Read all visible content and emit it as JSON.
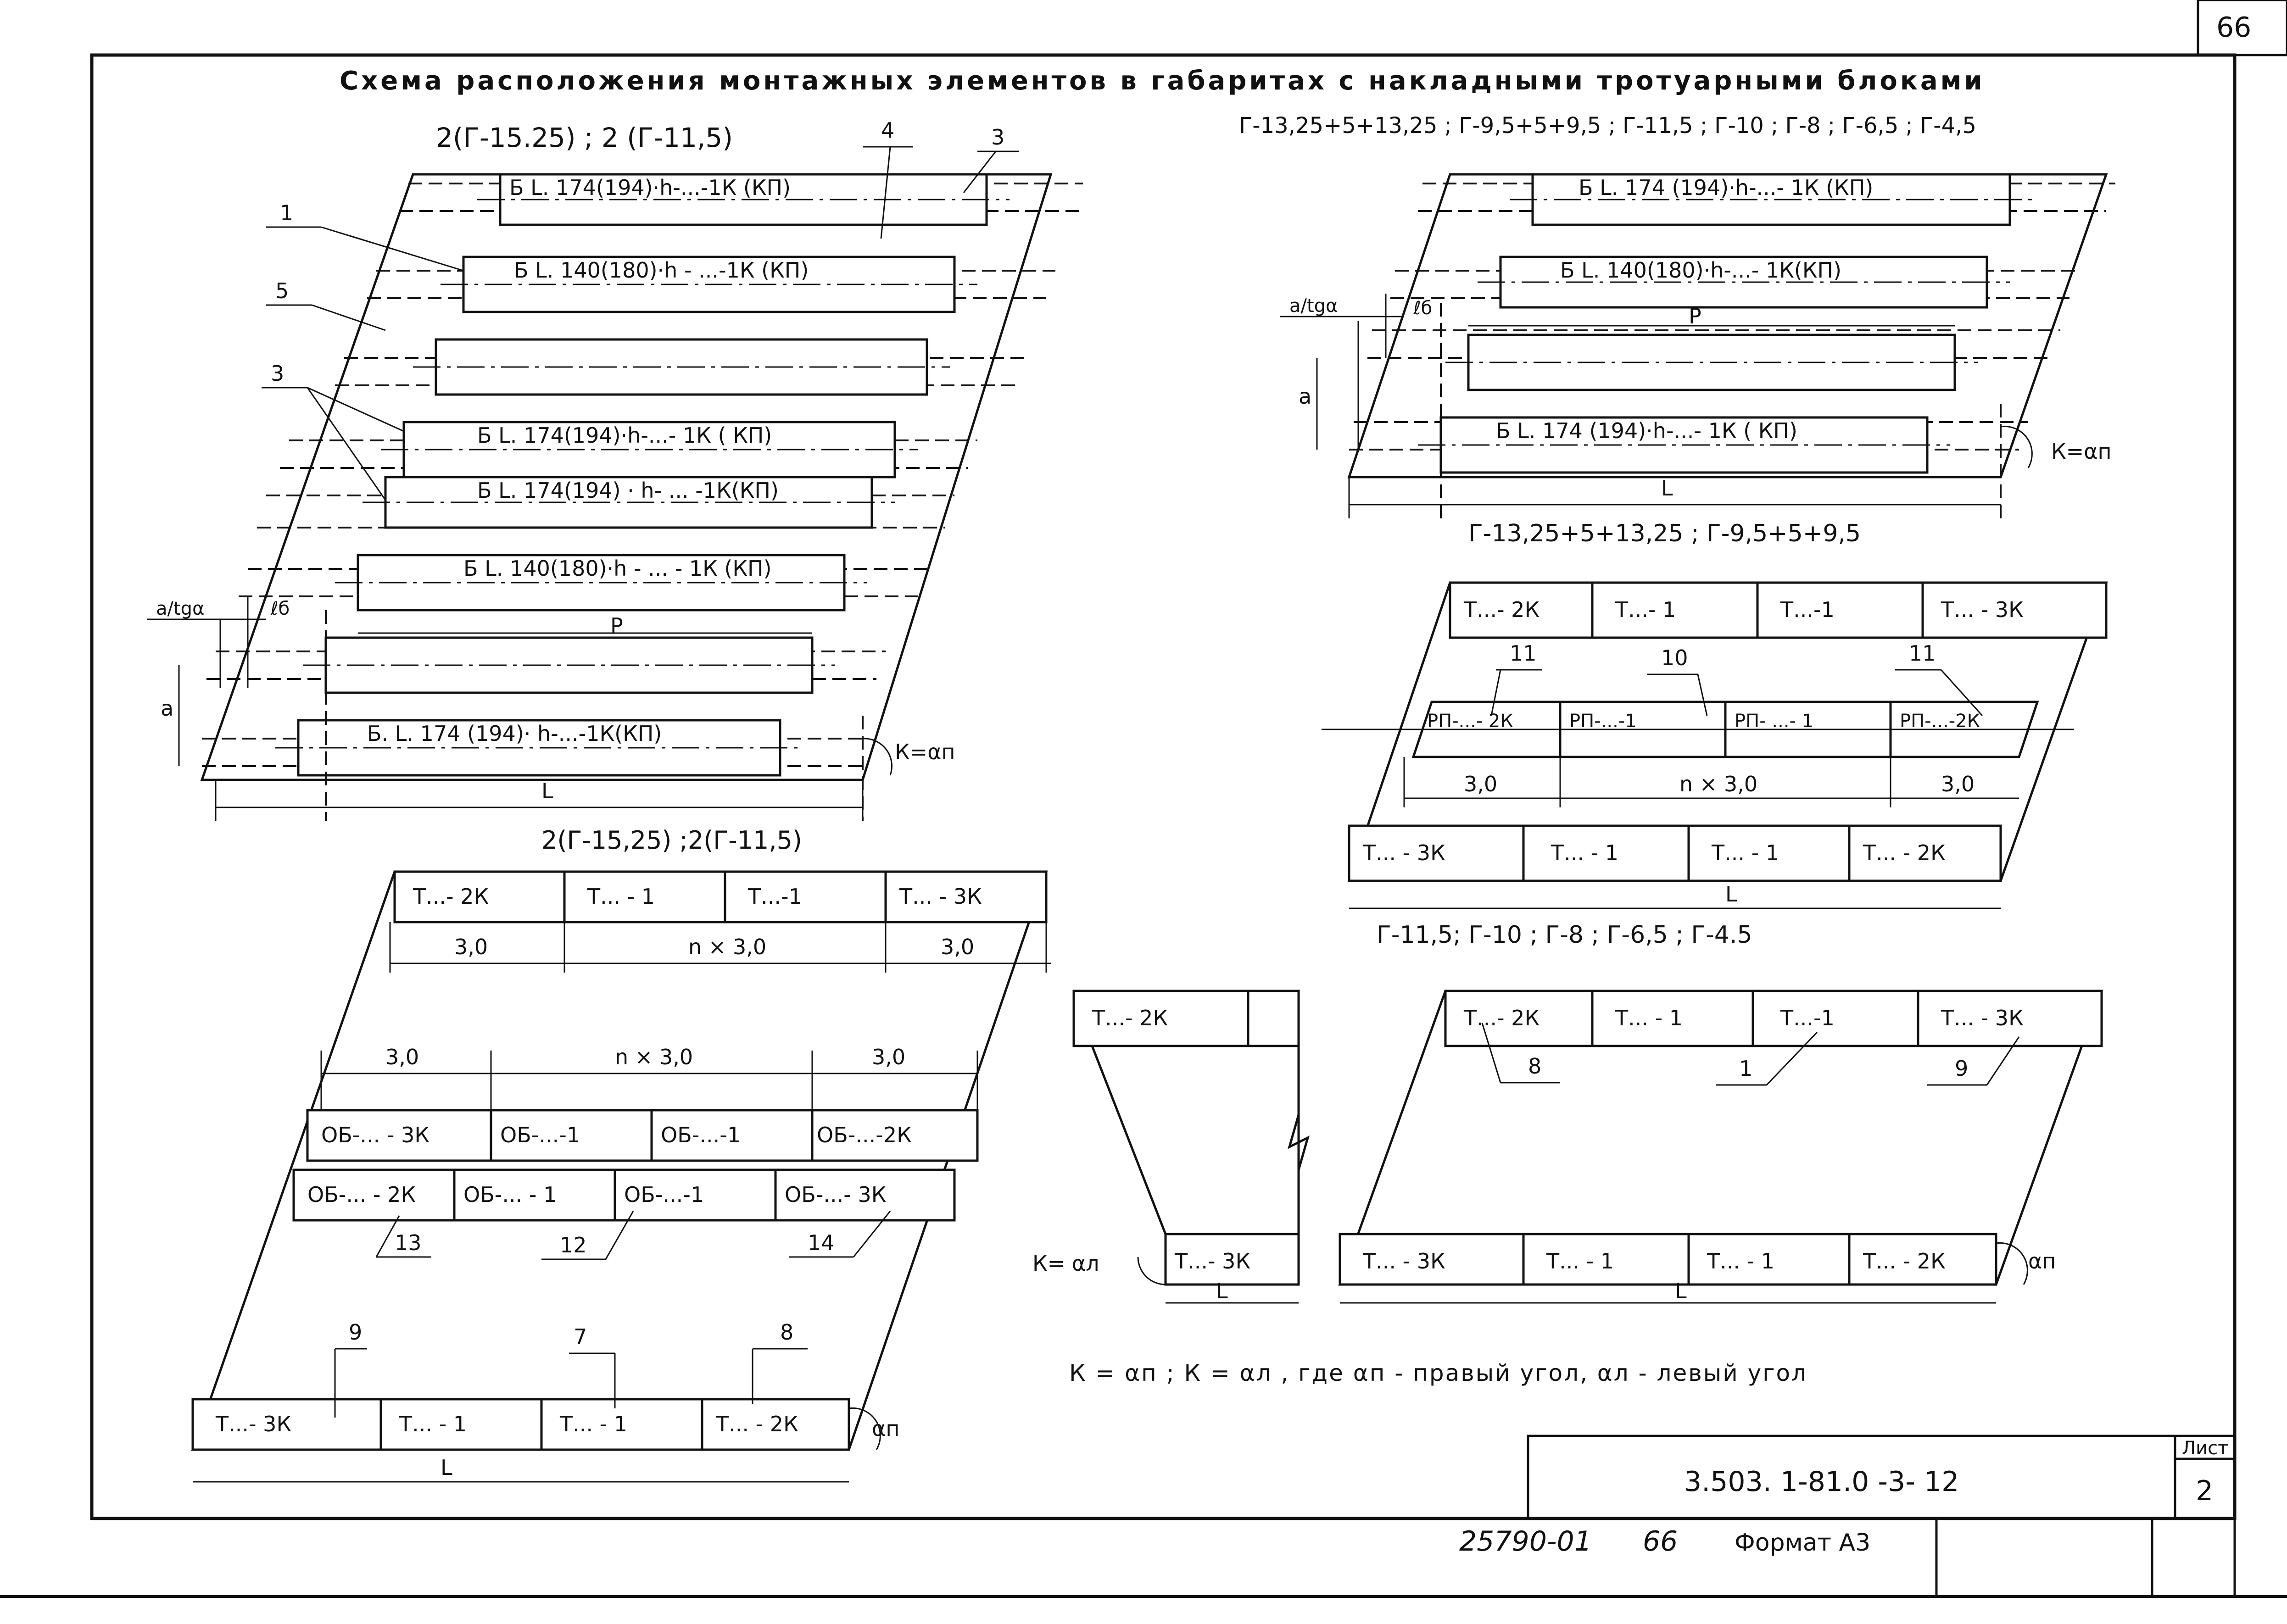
{
  "sheet_number_top": "66",
  "title": "Схема расположения монтажных элементов в габаритах с накладными тротуарными блоками",
  "subtitle_left": "2(Г-15.25) ; 2 (Г-11,5)",
  "subtitle_right": "Г-13,25+5+13,25 ; Г-9,5+5+9,5 ; Г-11,5 ; Г-10 ; Г-8 ; Г-6,5 ; Г-4,5",
  "left_beams": [
    "Б L. 174(194)·h-...-1К (КП)",
    "Б L. 140(180)·h - ...-1К (КП)",
    "",
    "Б L. 174(194)·h-...- 1К ( КП)",
    "Б L. 174(194) · h- ... -1К(КП)",
    "Б L. 140(180)·h - ... - 1К (КП)",
    "",
    "Б. L. 174 (194)· h-...-1К(КП)"
  ],
  "right_beams": [
    "Б L. 174 (194)·h-...- 1К (КП)",
    "Б L. 140(180)·h-...- 1К(КП)",
    "",
    "Б L. 174 (194)·h-...- 1К ( КП)"
  ],
  "callouts": {
    "c1": "1",
    "c3a": "3",
    "c3b": "3",
    "c4": "4",
    "c5": "5",
    "c7": "7",
    "c8a": "8",
    "c8b": "8",
    "c9a": "9",
    "c9b": "9",
    "c10": "10",
    "c11a": "11",
    "c11b": "11",
    "c12": "12",
    "c13": "13",
    "c14": "14",
    "c1b": "1"
  },
  "dims": {
    "a_tg": "a/tgα",
    "lb": "ℓб",
    "p": "Р",
    "a": "a",
    "L": "L",
    "k_right": "К=αп",
    "k_left": "К= αл",
    "alpha_p": "αп",
    "alpha_l": "αл",
    "d30": "3,0",
    "n30": "n × 3,0"
  },
  "caption_left": "2(Г-15,25) ;2(Г-11,5)",
  "caption_right_top": "Г-13,25+5+13,25 ; Г-9,5+5+9,5",
  "caption_right_mid": "Г-11,5; Г-10 ; Г-8 ; Г-6,5 ; Г-4.5",
  "sidewalk_top_left": [
    "Т...- 2К",
    "Т... - 1",
    "Т...-1",
    "Т... - 3К"
  ],
  "ob_row1": [
    "ОБ-... - 3К",
    "ОБ-...-1",
    "ОБ-...-1",
    "ОБ-...-2К"
  ],
  "ob_row2": [
    "ОБ-... - 2К",
    "ОБ-... - 1",
    "ОБ-...-1",
    "ОБ-...- 3К"
  ],
  "sidewalk_bottom_left": [
    "Т...- 3К",
    "Т... - 1",
    "Т... - 1",
    "Т... - 2К"
  ],
  "mid_top": [
    "Т...- 2К",
    "Т...- 1",
    "Т...-1",
    "Т... - 3К"
  ],
  "rp_row": [
    "РП-...- 2К",
    "РП-...-1",
    "РП- ...- 1",
    "РП-...-2К"
  ],
  "mid_bottom": [
    "Т... - 3К",
    "Т... - 1",
    "Т... - 1",
    "Т... - 2К"
  ],
  "br_top": [
    "Т...- 2К",
    "Т... - 1",
    "Т...-1",
    "Т... - 3К"
  ],
  "br_bottom": [
    "Т... - 3К",
    "Т... - 1",
    "Т... - 1",
    "Т... - 2К"
  ],
  "small_top": "Т...- 2К",
  "small_bottom": "Т...- 3К",
  "legend": "К = αп ; К = αл , где αп - правый угол, αл - левый угол",
  "stamp_code": "3.503. 1-81.0 -3- 12",
  "stamp_sheet_label": "Лист",
  "stamp_sheet_number": "2",
  "footer_number": "25790-01",
  "footer_page": "66",
  "footer_format": "Формат А3"
}
